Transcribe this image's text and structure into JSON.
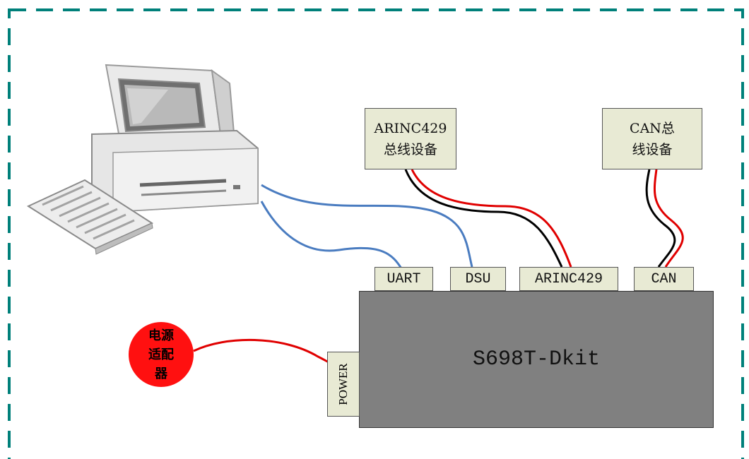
{
  "ports": {
    "uart": "UART",
    "dsu": "DSU",
    "arinc429": "ARINC429",
    "can": "CAN",
    "power": "POWER"
  },
  "board": {
    "label": "S698T-Dkit"
  },
  "devices": {
    "arinc_line1": "ARINC429",
    "arinc_line2": "总线设备",
    "can_line1": "CAN总",
    "can_line2": "线设备"
  },
  "adapter": {
    "line1": "电源",
    "line2": "适配",
    "line3": "器"
  },
  "colors": {
    "frame_dash": "#00807a",
    "usb_cable": "#4a7cc0",
    "red_wire": "#e00000",
    "black_wire": "#000000",
    "board": "#808080",
    "port_fill": "#e8ead4",
    "adapter": "#ff1010"
  },
  "icons": {
    "computer": "desktop-computer-icon"
  }
}
